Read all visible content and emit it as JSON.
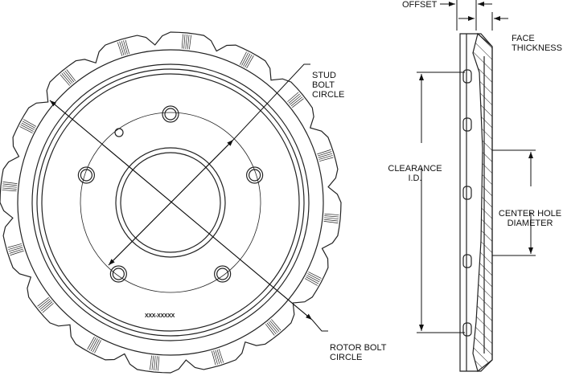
{
  "labels": {
    "stud_bolt_circle": [
      "STUD",
      "BOLT",
      "CIRCLE"
    ],
    "rotor_bolt_circle": [
      "ROTOR BOLT",
      "CIRCLE"
    ],
    "clearance_id": [
      "CLEARANCE",
      "I.D."
    ],
    "center_hole_diameter": [
      "CENTER HOLE",
      "DIAMETER"
    ],
    "offset": "OFFSET",
    "face_thickness": [
      "FACE",
      "THICKNESS"
    ],
    "part_number": "XXX-XXXXX"
  },
  "colors": {
    "line": "#222222"
  }
}
